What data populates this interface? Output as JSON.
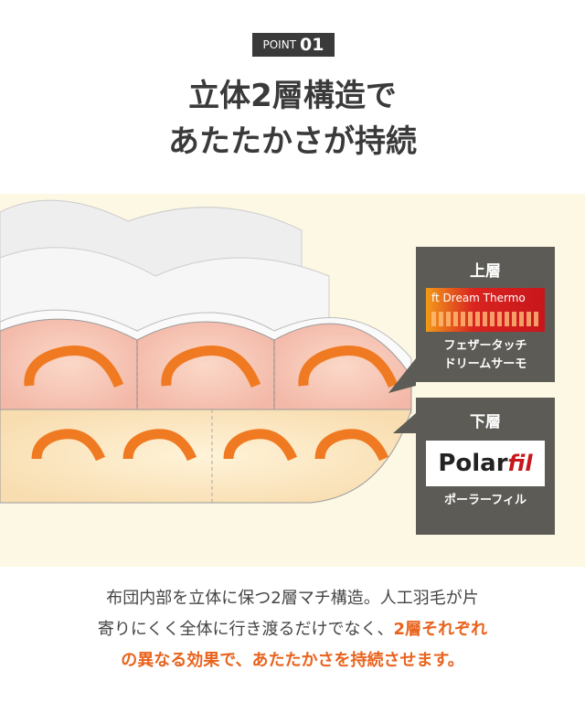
{
  "badge": {
    "label": "POINT",
    "number": "01"
  },
  "title": {
    "line1": "立体2層構造で",
    "line2": "あたたかさが持続"
  },
  "upper": {
    "heading": "上層",
    "logo": "ft Dream Thermo",
    "name1": "フェザータッチ",
    "name2": "ドリームサーモ"
  },
  "lower": {
    "heading": "下層",
    "logo_a": "Polar",
    "logo_b": "fil",
    "name": "ポーラーフィル"
  },
  "description": {
    "line1": "布団内部を立体に保つ2層マチ構造。人工羽毛が片",
    "line2_plain": "寄りにくく全体に行き渡るだけでなく、",
    "line2_hl": "2層それぞれ",
    "line3_hl1": "の異なる効果で",
    "line3_plain": "、",
    "line3_hl2": "あたたかさを持続させます。"
  },
  "colors": {
    "accent": "#e8641e",
    "panel": "#5c5b55",
    "background": "#fdf8e4"
  }
}
